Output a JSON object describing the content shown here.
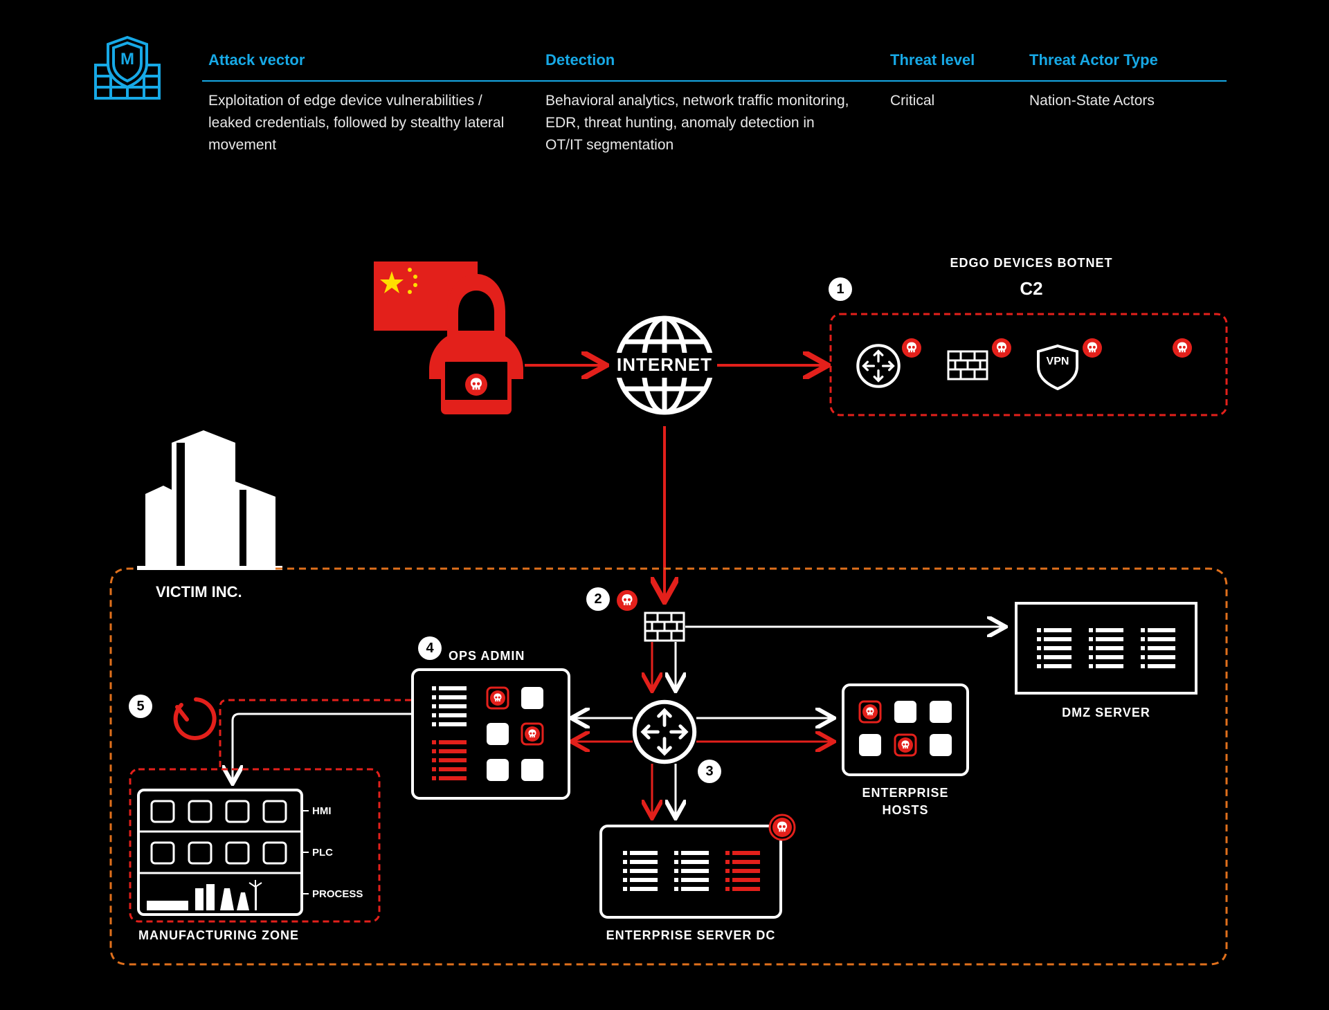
{
  "table": {
    "headers": [
      "Attack vector",
      "Detection",
      "Threat level",
      "Threat Actor Type"
    ],
    "attack_vector": "Exploitation of edge device vulnerabilities / leaked credentials, followed by stealthy lateral movement",
    "detection": "Behavioral analytics, network traffic monitoring, EDR, threat hunting, anomaly detection in OT/IT segmentation",
    "threat_level": "Critical",
    "threat_actor_type": "Nation-State Actors"
  },
  "logo_letter": "M",
  "diagram": {
    "internet_label": "INTERNET",
    "botnet_title": "EDGO DEVICES BOTNET",
    "botnet_sub": "C2",
    "vpn_label": "VPN",
    "victim_label": "VICTIM INC.",
    "ops_admin_label": "OPS ADMIN",
    "dmz_label": "DMZ SERVER",
    "enterprise_hosts_label": [
      "ENTERPRISE",
      "HOSTS"
    ],
    "enterprise_server_label": "ENTERPRISE SERVER DC",
    "manufacturing_label": "MANUFACTURING ZONE",
    "zone_layers": [
      "HMI",
      "PLC",
      "PROCESS"
    ],
    "steps": [
      "1",
      "2",
      "3",
      "4",
      "5"
    ]
  },
  "colors": {
    "accent_blue": "#17a9e6",
    "threat_red": "#e3201b",
    "zone_orange": "#e0701c",
    "background": "#000000"
  }
}
